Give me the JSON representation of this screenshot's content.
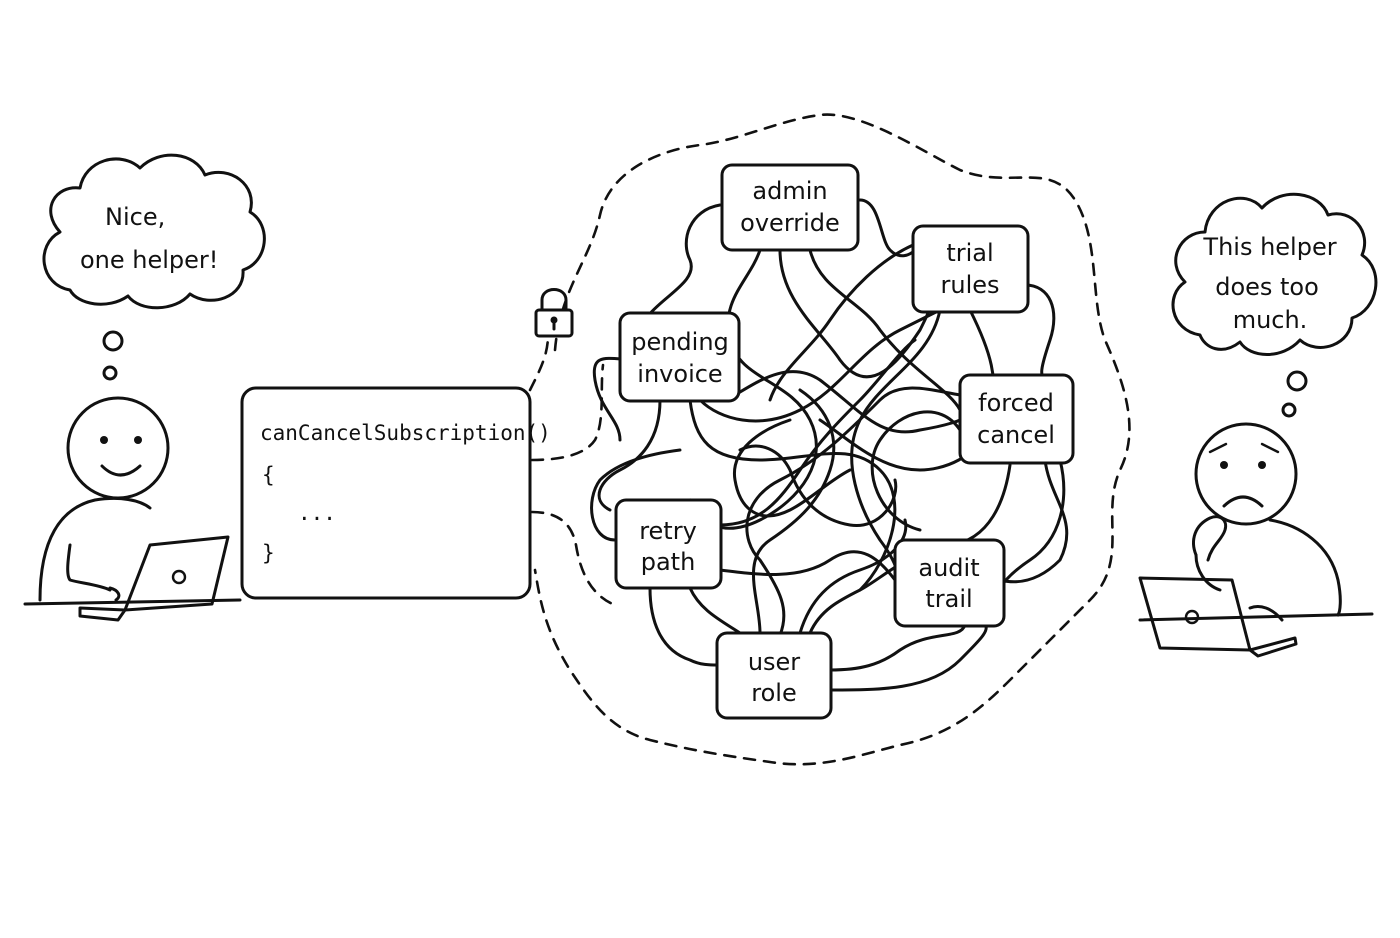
{
  "thoughts": {
    "left": {
      "line1": "Nice,",
      "line2": "one helper!"
    },
    "right": {
      "line1": "This helper",
      "line2": "does too",
      "line3": "much."
    }
  },
  "code_card": {
    "signature": "canCancelSubscription()",
    "open_brace": "{",
    "ellipsis": "...",
    "close_brace": "}"
  },
  "nodes": {
    "admin_override": {
      "line1": "admin",
      "line2": "override"
    },
    "trial_rules": {
      "line1": "trial",
      "line2": "rules"
    },
    "pending_invoice": {
      "line1": "pending",
      "line2": "invoice"
    },
    "forced_cancel": {
      "line1": "forced",
      "line2": "cancel"
    },
    "retry_path": {
      "line1": "retry",
      "line2": "path"
    },
    "audit_trail": {
      "line1": "audit",
      "line2": "trail"
    },
    "user_role": {
      "line1": "user",
      "line2": "role"
    }
  },
  "icons": [
    "padlock-icon",
    "laptop-icon"
  ]
}
